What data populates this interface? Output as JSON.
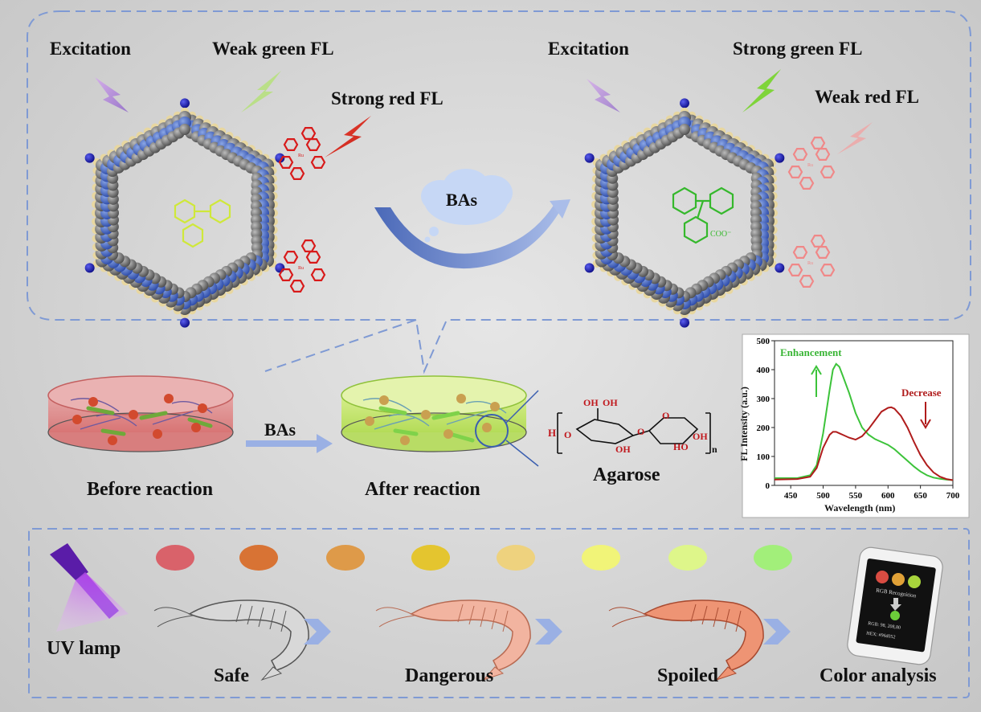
{
  "top_panel": {
    "left": {
      "excitation": "Excitation",
      "green_fl": "Weak green FL",
      "red_fl": "Strong red FL"
    },
    "center_cloud": "BAs",
    "right": {
      "excitation": "Excitation",
      "green_fl": "Strong green  FL",
      "red_fl": "Weak red FL"
    }
  },
  "middle": {
    "before_label": "Before reaction",
    "arrow_label": "BAs",
    "after_label": "After reaction",
    "agarose_label": "Agarose",
    "agarose_formula": {
      "h_left": "H",
      "oh1": "OH",
      "oh2": "OH",
      "o1": "O",
      "o2": "O",
      "o3": "O",
      "ho": "HO",
      "oh3": "OH",
      "oh4": "OH",
      "n": "n"
    }
  },
  "chart_data": {
    "type": "line",
    "xlabel": "Wavelength (nm)",
    "ylabel": "FL Intensity (a.u.)",
    "xlim": [
      425,
      700
    ],
    "ylim": [
      0,
      500
    ],
    "xticks": [
      450,
      500,
      550,
      600,
      650,
      700
    ],
    "yticks": [
      0,
      100,
      200,
      300,
      400,
      500
    ],
    "annotations": [
      {
        "text": "Enhancement",
        "color": "#39b535"
      },
      {
        "text": "Decrease",
        "color": "#b01c1c"
      }
    ],
    "series": [
      {
        "color": "#3cc33a",
        "x": [
          425,
          460,
          480,
          490,
          500,
          510,
          515,
          520,
          525,
          530,
          540,
          550,
          560,
          570,
          580,
          590,
          600,
          610,
          620,
          630,
          640,
          650,
          660,
          670,
          680,
          690,
          700
        ],
        "y": [
          25,
          25,
          35,
          70,
          180,
          330,
          400,
          420,
          410,
          380,
          320,
          250,
          200,
          175,
          160,
          150,
          140,
          125,
          105,
          85,
          65,
          48,
          35,
          27,
          23,
          20,
          18
        ]
      },
      {
        "color": "#b01c1c",
        "x": [
          425,
          460,
          480,
          490,
          500,
          510,
          515,
          520,
          525,
          530,
          540,
          550,
          560,
          570,
          580,
          590,
          600,
          605,
          610,
          620,
          630,
          640,
          650,
          660,
          670,
          680,
          690,
          700
        ],
        "y": [
          20,
          22,
          30,
          60,
          130,
          175,
          185,
          185,
          180,
          175,
          165,
          158,
          170,
          195,
          225,
          255,
          268,
          270,
          265,
          240,
          200,
          150,
          105,
          70,
          45,
          30,
          22,
          18
        ]
      }
    ]
  },
  "bottom_panel": {
    "uv_label": "UV  lamp",
    "stages": [
      "Safe",
      "Dangerous",
      "Spoiled"
    ],
    "analysis_label": "Color analysis",
    "dots": [
      "#d9626a",
      "#d87334",
      "#de9a49",
      "#e4c52f",
      "#eed27e",
      "#f1f478",
      "#def68a",
      "#a2ef7a"
    ],
    "phone": {
      "dots": [
        "#d94c42",
        "#e0a137",
        "#a8d43c"
      ],
      "recognition_text": "RGB Recognition",
      "rgb_text": "RGB: 98, 208,80",
      "hex_text": "HEX: #96d052"
    }
  }
}
